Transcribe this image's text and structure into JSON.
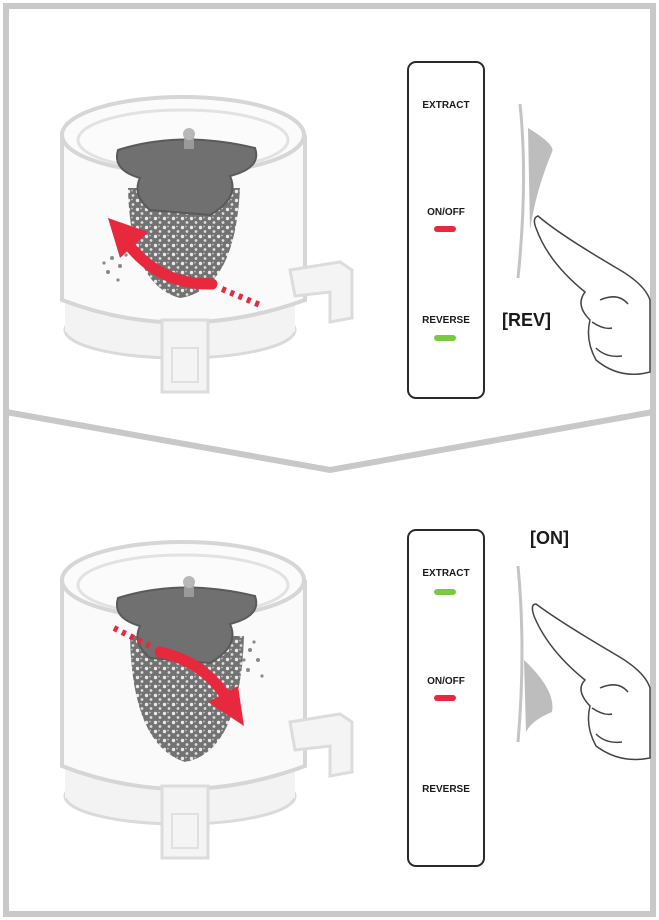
{
  "frame": {
    "border_color": "#c8c8c8"
  },
  "panels": [
    {
      "panel": "top",
      "mode_label": "[REV]",
      "buttons": [
        {
          "label": "EXTRACT",
          "indicator": "none"
        },
        {
          "label": "ON/OFF",
          "indicator": "red"
        },
        {
          "label": "REVERSE",
          "indicator": "green"
        }
      ],
      "rotation": "counter-clockwise"
    },
    {
      "panel": "bottom",
      "mode_label": "[ON]",
      "buttons": [
        {
          "label": "EXTRACT",
          "indicator": "green"
        },
        {
          "label": "ON/OFF",
          "indicator": "red"
        },
        {
          "label": "REVERSE",
          "indicator": "none"
        }
      ],
      "rotation": "clockwise"
    }
  ],
  "colors": {
    "red_led": "#e8283c",
    "green_led": "#7ac943",
    "arrow": "#e8283c",
    "auger": "#6e6e6e",
    "bowl_outline": "#d6d6d6"
  }
}
